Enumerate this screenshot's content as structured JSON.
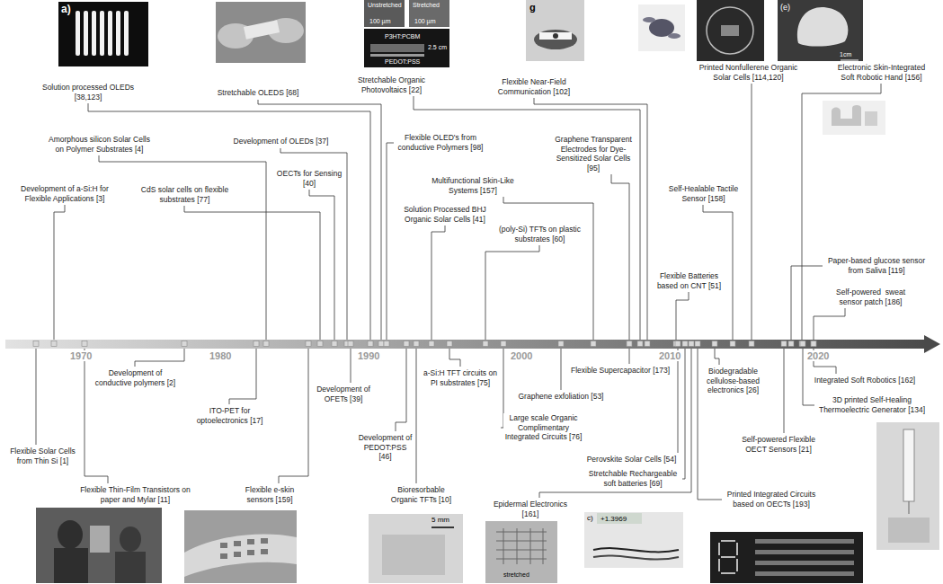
{
  "diagram": {
    "labels": [
      "a)",
      "Unstretched",
      "Stretched",
      "100 µm",
      "100 µm",
      "P3HT:PCBM",
      "2.5 cm",
      "PEDOT:PSS",
      "g",
      "(e)",
      "1cm",
      "Solution processed OLEDs [38,123]",
      "Stretchable OLEDS [68]",
      "Stretchable Organic Photovoltaics [22]",
      "Flexible Near-Field Communication [102]",
      "Printed Nonfullerene Organic Solar Cells [114,120]",
      "Electronic Skin-Integrated Soft Robotic Hand [156]",
      "Amorphous silicon Solar Cells on Polymer Substrates [4]",
      "Development of OLEDs [37]",
      "Flexible OLED's from conductive Polymers [98]",
      "Multifunctional Skin-Like Systems [157]",
      "Graphene Transparent Electrodes for Dye-Sensitized Solar Cells [95]",
      "Development of a-Si:H for Flexible Applications [3]",
      "CdS solar cells on flexible substrates [77]",
      "OECTs for Sensing [40]",
      "Solution Processed BHJ Organic Solar Cells [41]",
      "(poly-Si) TFTs on plastic substrates [60]",
      "Self-Healable Tactile Sensor [158]",
      "Flexible Batteries based on CNT [51]",
      "Paper-based glucose sensor from Saliva [119]",
      "Self-powered  sweat sensor patch [186]",
      "1970",
      "1980",
      "1990",
      "2000",
      "2010",
      "2020",
      "Development of conductive polymers [2]",
      "ITO-PET for optoelectronics [17]",
      "Development of OFETs [39]",
      "a-Si:H TFT circuits on PI substrates [75]",
      "Flexible Supercapacitor [173]",
      "Graphene exfoliation [53]",
      "Biodegradable cellulose-based electronics [26]",
      "Integrated Soft Robotics [162]",
      "3D printed Self-Healing Thermoelectric Generator [134]",
      "Flexible Solar Cells from Thin Si [1]",
      "Development of PEDOT:PSS [46]",
      "Large scale Organic Complimentary Integrated Circuits [76]",
      "Perovskite Solar Cells [54]",
      "Self-powered Flexible OECT Sensors [21]",
      "Flexible Thin-Film Transistors on paper and Mylar [11]",
      "Flexible e-skin sensors [159]",
      "Bioresorbable Organic TFTs [10]",
      "Epidermal Electronics [161]",
      "Stretchable Rechargeable soft batteries [69]",
      "Printed Integrated Circuits based on OECTs [193]",
      "5 mm",
      "stretched",
      "c)",
      "+1.3969"
    ]
  }
}
